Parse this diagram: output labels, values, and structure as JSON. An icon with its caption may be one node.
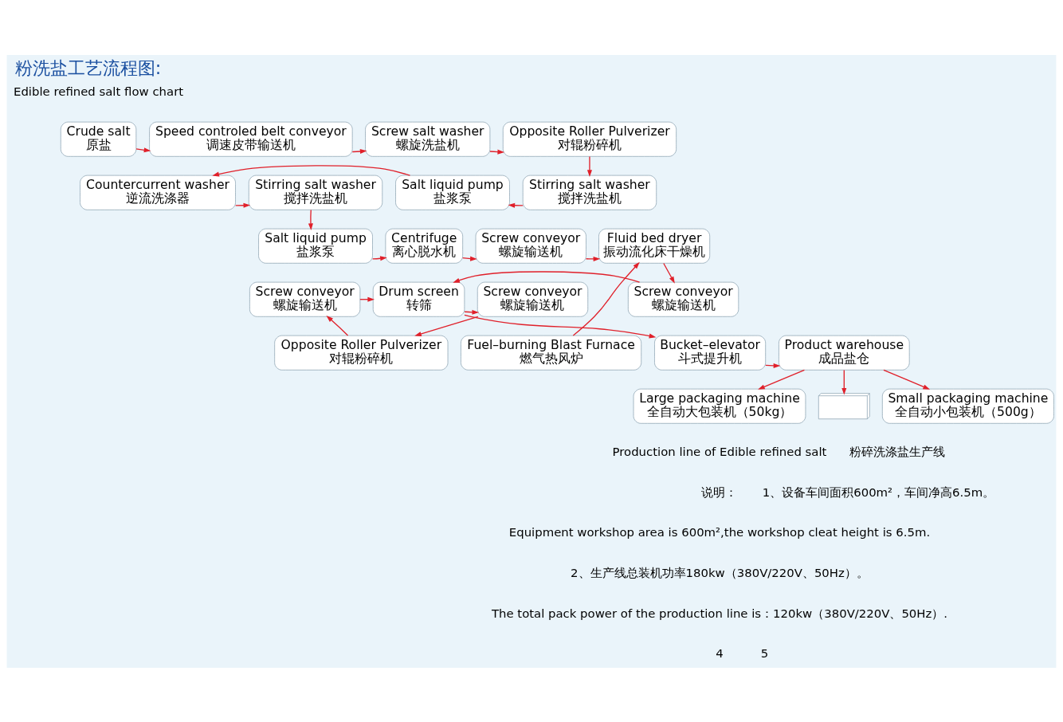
{
  "diagram": {
    "title": "粉洗盐工艺流程图:",
    "nodes": [
      {
        "text": [
          "Crude salt",
          "原盐"
        ]
      },
      {
        "text": [
          "Speed controled belt conveyor",
          "调速皮带输送机"
        ]
      },
      {
        "text": [
          "Screw salt washer",
          "螺旋洗盐机"
        ]
      },
      {
        "text": [
          "Opposite Roller Pulverizer",
          "对辊粉碎机"
        ]
      },
      {
        "text": [
          "Stirring salt washer",
          "搅拌洗盐机"
        ]
      },
      {
        "text": [
          "Salt liquid pump",
          "盐浆泵"
        ]
      },
      {
        "text": [
          "Countercurrent washer",
          "逆流洗涤器"
        ]
      },
      {
        "text": [
          "Stirring salt washer",
          "搅拌洗盐机"
        ]
      },
      {
        "text": [
          "Salt liquid pump",
          "盐浆泵"
        ]
      },
      {
        "text": [
          "Centrifuge",
          "离心脱水机"
        ]
      },
      {
        "text": [
          "Screw conveyor",
          "螺旋输送机"
        ]
      },
      {
        "text": [
          "Fluid bed dryer",
          "振动流化床干燥机"
        ]
      },
      {
        "text": [
          "Screw conveyor",
          "螺旋输送机"
        ]
      },
      {
        "text": [
          "Drum screen",
          "转筛"
        ]
      },
      {
        "text": [
          "Screw conveyor",
          "螺旋输送机"
        ]
      },
      {
        "text": [
          "Opposite Roller Pulverizer",
          "对辊粉碎机"
        ]
      },
      {
        "text": [
          "Fuel–burning Blast Furnace",
          "燃气热风炉"
        ]
      },
      {
        "text": [
          "Bucket–elevator",
          "斗式提升机"
        ]
      },
      {
        "text": [
          "Product warehouse",
          "成品盐仓"
        ]
      },
      {
        "text": [
          "Large packaging machine",
          "全自动大包装机（50kg）"
        ]
      },
      {
        "text": [],
        "shape": "picture"
      },
      {
        "text": [
          "Small packaging machine",
          "全自动小包装机（500g）"
        ]
      },
      {
        "text": [
          "Screw conveyor",
          "螺旋输送机"
        ]
      }
    ],
    "edges": [
      {
        "from": 0,
        "to": 1,
        "arrow": "to"
      },
      {
        "from": 1,
        "to": 2,
        "arrow": "to"
      },
      {
        "from": 2,
        "to": 3,
        "arrow": "to"
      },
      {
        "from": 3,
        "to": 4,
        "arrow": "to"
      },
      {
        "from": 4,
        "to": 5,
        "arrow": "to"
      },
      {
        "from": 5,
        "to": 6,
        "arrow": "to"
      },
      {
        "from": 6,
        "to": 7,
        "arrow": "to"
      },
      {
        "from": 7,
        "to": 8,
        "arrow": "to"
      },
      {
        "from": 8,
        "to": 9,
        "arrow": "to"
      },
      {
        "from": 9,
        "to": 10,
        "arrow": "to"
      },
      {
        "from": 10,
        "to": 11,
        "arrow": "to"
      },
      {
        "from": 11,
        "to": 12,
        "arrow": "to"
      },
      {
        "from": 12,
        "to": 13,
        "arrow": "to"
      },
      {
        "from": 22,
        "to": 13,
        "arrow": "to"
      },
      {
        "from": 13,
        "to": 14,
        "arrow": "to"
      },
      {
        "from": 13,
        "to": 17,
        "arrow": "to"
      },
      {
        "from": 14,
        "to": 15,
        "arrow": "to"
      },
      {
        "from": 15,
        "to": 22,
        "arrow": "to"
      },
      {
        "from": 16,
        "to": 11,
        "arrow": "to"
      },
      {
        "from": 17,
        "to": 18,
        "arrow": "to"
      },
      {
        "from": 18,
        "to": 19,
        "arrow": "to"
      },
      {
        "from": 18,
        "to": 20,
        "arrow": "to"
      },
      {
        "from": 18,
        "to": 21,
        "arrow": "to"
      }
    ],
    "labels": [
      "Edible refined salt flow chart",
      "Production line of Edible refined salt",
      "粉碎洗涤盐生产线",
      "说明：",
      "1、设备车间面积600m²，车间净高6.5m。",
      "Equipment workshop area is 600m²,the workshop cleat height is 6.5m.",
      "2、生产线总装机功率180kw（380V/220V、50Hz）。",
      "The total pack power of the production line is：120kw（380V/220V、50Hz）.",
      "4",
      "5"
    ]
  }
}
